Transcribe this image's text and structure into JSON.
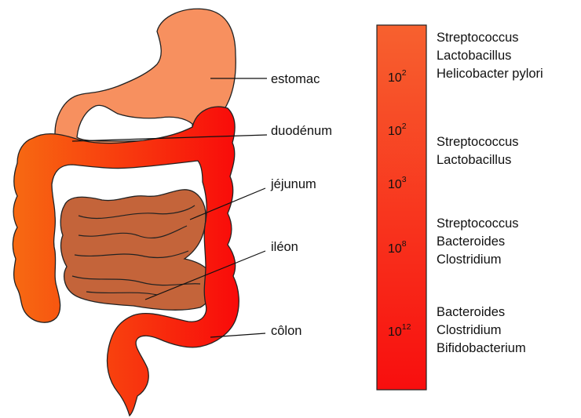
{
  "organs": [
    {
      "id": "stomach",
      "label": "estomac",
      "color": "#F7905F"
    },
    {
      "id": "duodenum",
      "label": "duodénum",
      "color": "#F7905F"
    },
    {
      "id": "jejunum",
      "label": "jéjunum",
      "color": "#C4643A"
    },
    {
      "id": "ileum",
      "label": "iléon",
      "color": "#C4643A"
    },
    {
      "id": "colon",
      "label": "côlon",
      "color_start": "#F76A12",
      "color_end": "#F90A0A"
    }
  ],
  "gradient_bar": {
    "color_top": "#F7612F",
    "color_bottom": "#F80E0E"
  },
  "segments": [
    {
      "base": "10",
      "exponent": "2",
      "bacteria": [
        "Streptococcus",
        "Lactobacillus",
        "Helicobacter pylori"
      ]
    },
    {
      "base": "10",
      "exponent": "2",
      "bacteria": []
    },
    {
      "base": "10",
      "exponent": "3",
      "bacteria": [
        "Streptococcus",
        "Lactobacillus"
      ]
    },
    {
      "base": "10",
      "exponent": "8",
      "bacteria": [
        "Streptococcus",
        "Bacteroides",
        "Clostridium"
      ]
    },
    {
      "base": "10",
      "exponent": "12",
      "bacteria": [
        "Bacteroides",
        "Clostridium",
        "Bifidobacterium"
      ]
    }
  ]
}
